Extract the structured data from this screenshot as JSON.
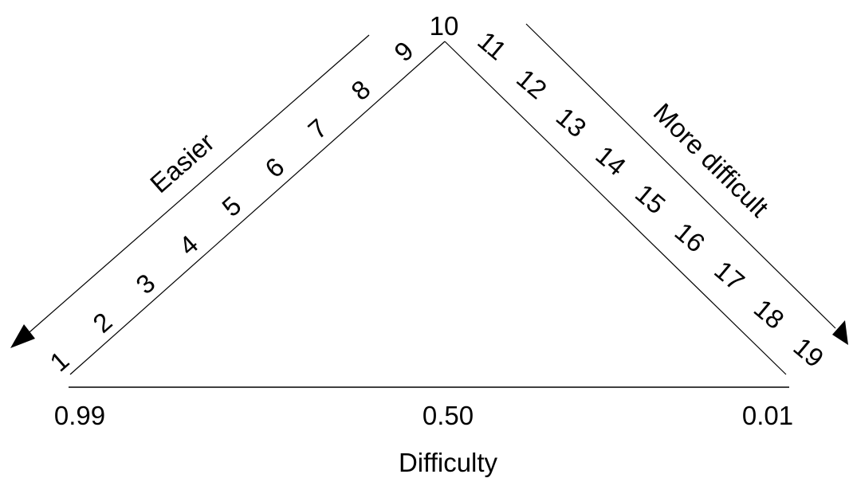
{
  "diagram": {
    "peak_label": "10",
    "left_items": [
      "1",
      "2",
      "3",
      "4",
      "5",
      "6",
      "7",
      "8",
      "9"
    ],
    "right_items": [
      "11",
      "12",
      "13",
      "14",
      "15",
      "16",
      "17",
      "18",
      "19"
    ],
    "left_arrow_label": "Easier",
    "right_arrow_label": "More difficult",
    "axis": {
      "tick_labels": [
        "0.99",
        "0.50",
        "0.01"
      ],
      "title": "Difficulty"
    }
  }
}
